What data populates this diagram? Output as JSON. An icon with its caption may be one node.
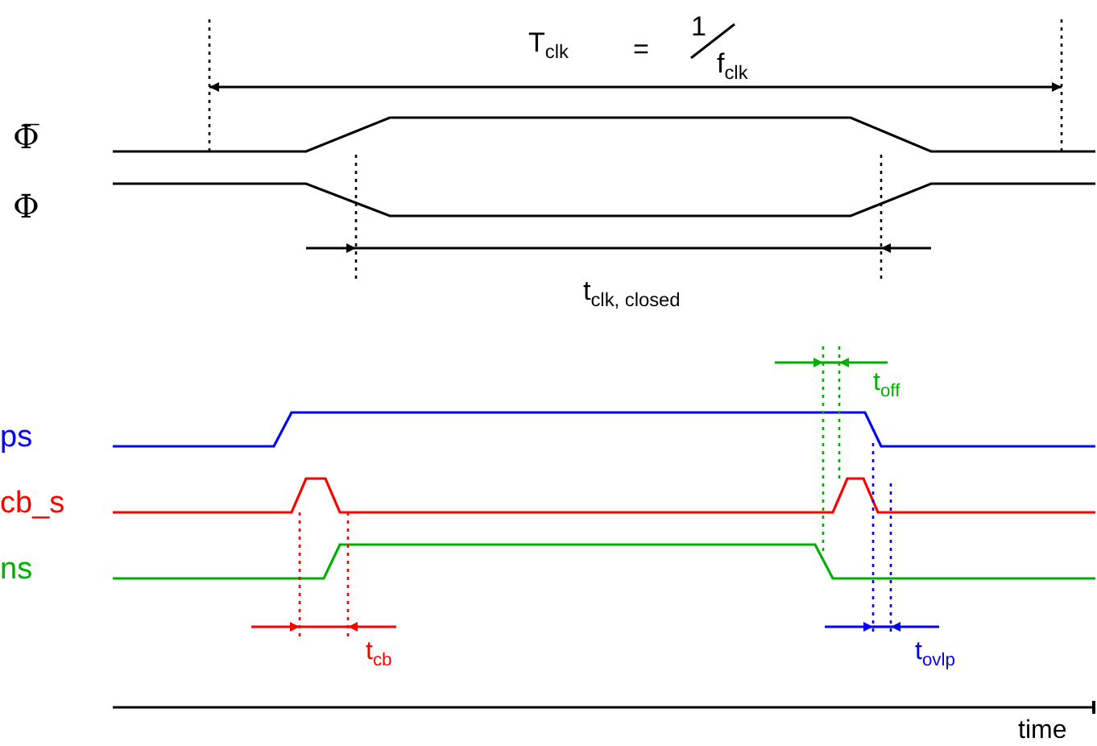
{
  "diagram": {
    "labels": [
      "T$_{clk}$",
      "=",
      "1",
      "f$_{clk}$",
      "Φ̅",
      "Φ",
      "t$_{clk, closed}$",
      "t$_{off}$",
      "ps",
      "cb_s",
      "ns",
      "t$_{cb}$",
      "t$_{ovlp}$",
      "time"
    ]
  }
}
